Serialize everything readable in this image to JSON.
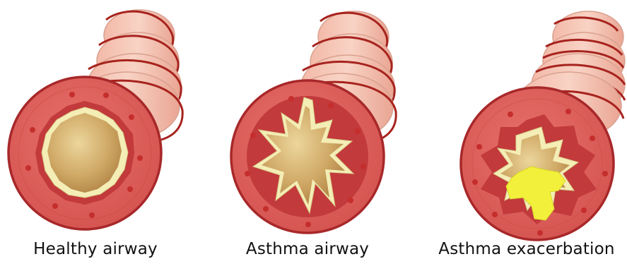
{
  "panels": [
    {
      "caption": "Healthy airway"
    },
    {
      "caption": "Asthma airway"
    },
    {
      "caption": "Asthma exacerbation"
    }
  ],
  "colors": {
    "tube_fill": "#e99585",
    "tube_light": "#f6c7b8",
    "ring_line": "#a7231e",
    "wall": "#df5f5a",
    "wall_edge": "#a8282a",
    "mucosa": "#c23a3c",
    "epithelium": "#f4edb6",
    "lumen_dark": "#b98a4c",
    "lumen_light": "#e9cf92",
    "mucus": "#f2f03a",
    "gland_dot": "#c52e2c"
  }
}
